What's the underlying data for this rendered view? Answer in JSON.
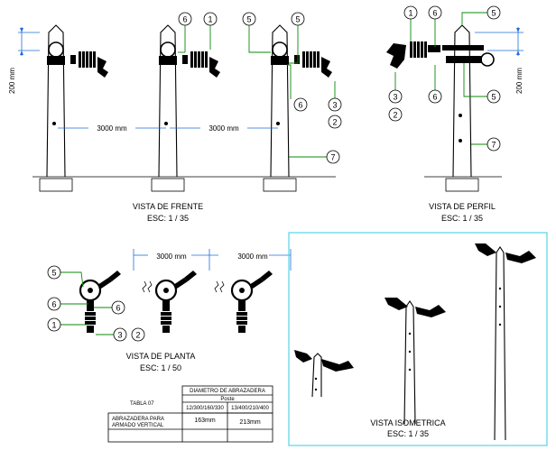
{
  "views": {
    "front_title": "VISTA DE FRENTE",
    "front_scale": "ESC: 1 / 35",
    "profile_title": "VISTA DE PERFIL",
    "profile_scale": "ESC: 1 / 35",
    "plan_title": "VISTA DE PLANTA",
    "plan_scale": "ESC: 1 / 50",
    "iso_title": "VISTA ISOMETRICA",
    "iso_scale": "ESC: 1 / 35"
  },
  "dimensions": {
    "spacing": "3000 mm",
    "height": "200 mm"
  },
  "callouts": {
    "n1": "1",
    "n2": "2",
    "n3": "3",
    "n5": "5",
    "n6": "6",
    "n7": "7"
  },
  "table": {
    "name": "TABLA 07",
    "header": "DIAMETRO DE ABRAZADERA",
    "subheader": "Poste",
    "col1": "12/300/160/330",
    "col2": "13/400/210/400",
    "row_label_1": "ABRAZADERA PARA",
    "row_label_2": "ARMADO VERTICAL",
    "val1": "163mm",
    "val2": "213mm"
  },
  "colors": {
    "dimension": "#1e6fd9",
    "callout_leader": "#0a8a0a",
    "iso_frame": "#55d6e6"
  }
}
